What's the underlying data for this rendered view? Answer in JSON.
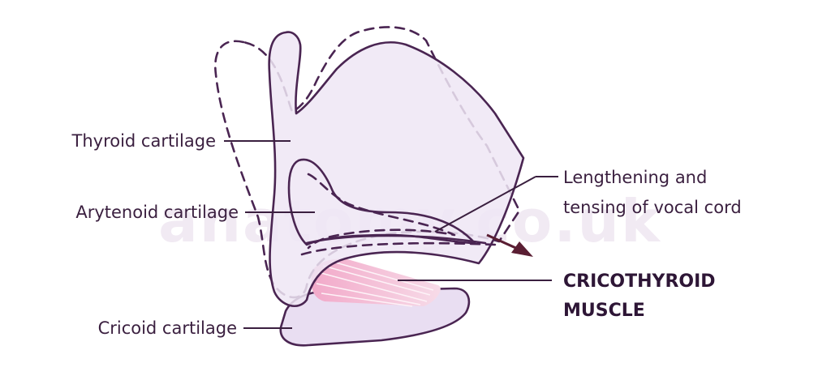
{
  "labels": {
    "thyroid": "Thyroid cartilage",
    "arytenoid": "Arytenoid cartilage",
    "cricoid": "Cricoid cartilage",
    "lengthening_line1": "Lengthening and",
    "lengthening_line2": "tensing of vocal cord",
    "muscle_line1": "CRICOTHYROID",
    "muscle_line2": "MUSCLE"
  },
  "watermark": "anatomy.co.uk",
  "colors": {
    "outline": "#4a2552",
    "fill_light": "#efe6f5",
    "fill_mid": "#e6daf0",
    "muscle": "#f2b6cf",
    "arrow": "#5a1e33",
    "text": "#3a1f3f"
  }
}
